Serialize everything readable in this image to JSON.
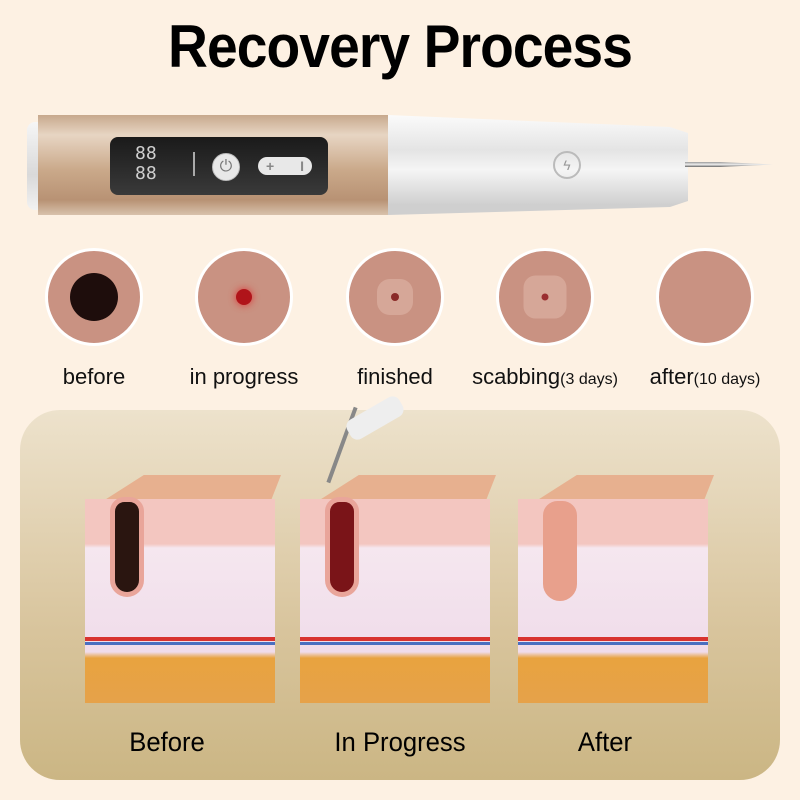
{
  "title": "Recovery Process",
  "device": {
    "display_digits": "88\n88",
    "power_icon": "⏻",
    "plus_label": "+",
    "minus_label": "I",
    "bolt_icon": "ϟ"
  },
  "stages": [
    {
      "label": "before",
      "suffix": ""
    },
    {
      "label": "in progress",
      "suffix": ""
    },
    {
      "label": "finished",
      "suffix": ""
    },
    {
      "label": "scabbing",
      "suffix": "(3 days)"
    },
    {
      "label": "after",
      "suffix": "(10 days)"
    }
  ],
  "diagram": {
    "labels": [
      "Before",
      "In Progress",
      "After"
    ]
  },
  "colors": {
    "background": "#fdf1e3",
    "panel": "#d8c49c",
    "skin": "#c99282",
    "gold": "#caa98a"
  }
}
